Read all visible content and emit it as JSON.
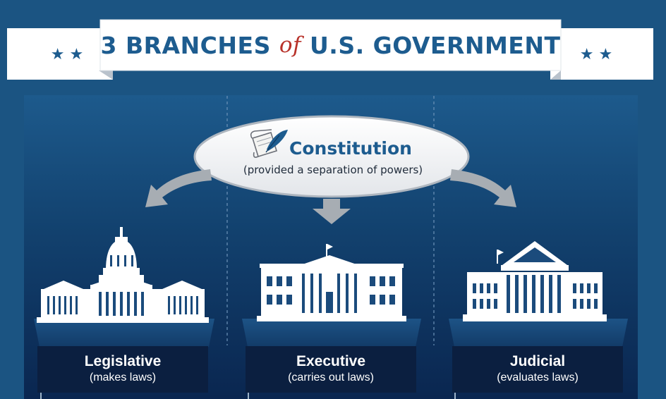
{
  "title": {
    "part1": "3 BRANCHES",
    "connector": "of",
    "part2": "U.S. GOVERNMENT",
    "stars": "★ ★"
  },
  "constitution": {
    "title": "Constitution",
    "subtitle": "(provided a separation of powers)",
    "icon": "scroll-quill-icon"
  },
  "branches": [
    {
      "name": "Legislative",
      "description": "(makes laws)",
      "icon": "capitol-building-icon"
    },
    {
      "name": "Executive",
      "description": "(carries out laws)",
      "icon": "white-house-icon"
    },
    {
      "name": "Judicial",
      "description": "(evaluates laws)",
      "icon": "supreme-court-icon"
    }
  ],
  "colors": {
    "background": "#1b5482",
    "panel_dark": "#0d2c55",
    "title_text": "#1d5c8f",
    "connector_red": "#b8322a",
    "arrow_gray": "#a7adb3",
    "label_box": "#0b1f40"
  }
}
